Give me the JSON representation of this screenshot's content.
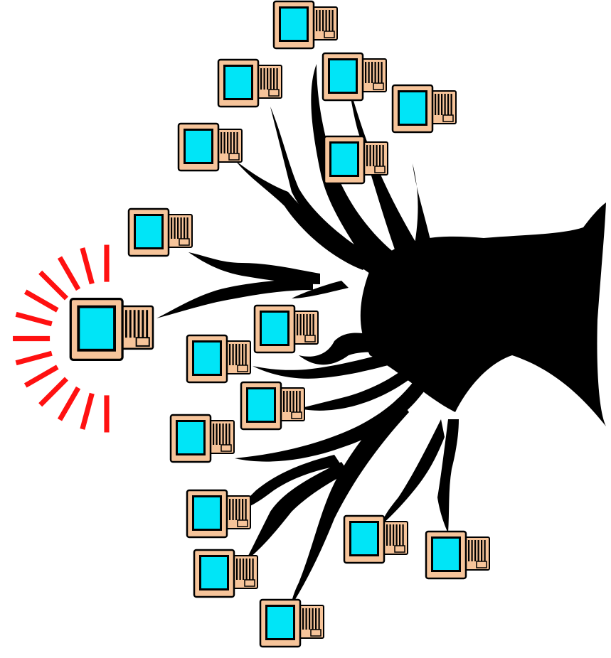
{
  "colors": {
    "background": "#ffffff",
    "tree": "#000000",
    "screen": "#00e5f7",
    "case": "#f6c49a",
    "outline": "#000000",
    "alert": "#ff1111"
  },
  "icons": {
    "tree": "tree-network-icon",
    "computer": "desktop-computer-icon",
    "alert": "alert-burst-icon"
  },
  "computers": [
    {
      "id": "top"
    },
    {
      "id": "upper-center"
    },
    {
      "id": "upper-left"
    },
    {
      "id": "upper-right"
    },
    {
      "id": "center-top"
    },
    {
      "id": "left-upper"
    },
    {
      "id": "left-mid"
    },
    {
      "id": "highlighted"
    },
    {
      "id": "middle-1"
    },
    {
      "id": "middle-2"
    },
    {
      "id": "middle-3"
    },
    {
      "id": "lower-left-1"
    },
    {
      "id": "lower-left-2"
    },
    {
      "id": "lower-left-3"
    },
    {
      "id": "bottom"
    },
    {
      "id": "bottom-right-1"
    },
    {
      "id": "bottom-right-2"
    }
  ],
  "highlighted_computer": "highlighted"
}
